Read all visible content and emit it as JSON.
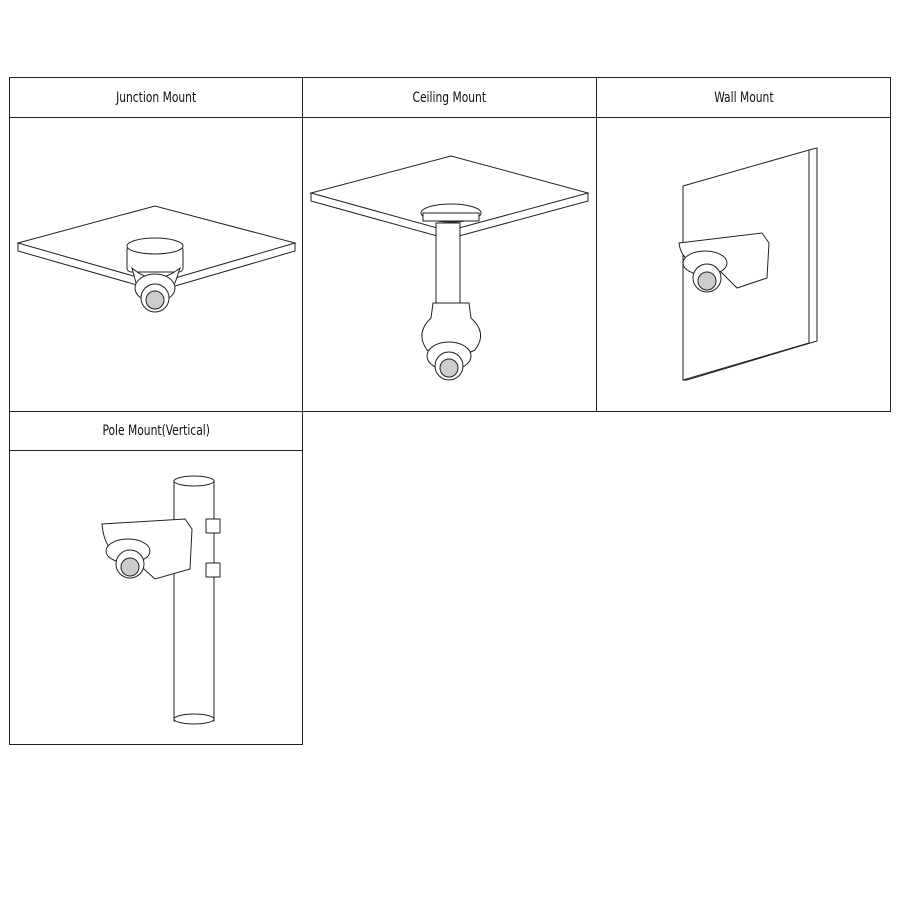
{
  "mounts": [
    {
      "label": "Junction Mount"
    },
    {
      "label": "Ceiling Mount"
    },
    {
      "label": "Wall Mount"
    },
    {
      "label": "Pole Mount(Vertical)"
    }
  ]
}
